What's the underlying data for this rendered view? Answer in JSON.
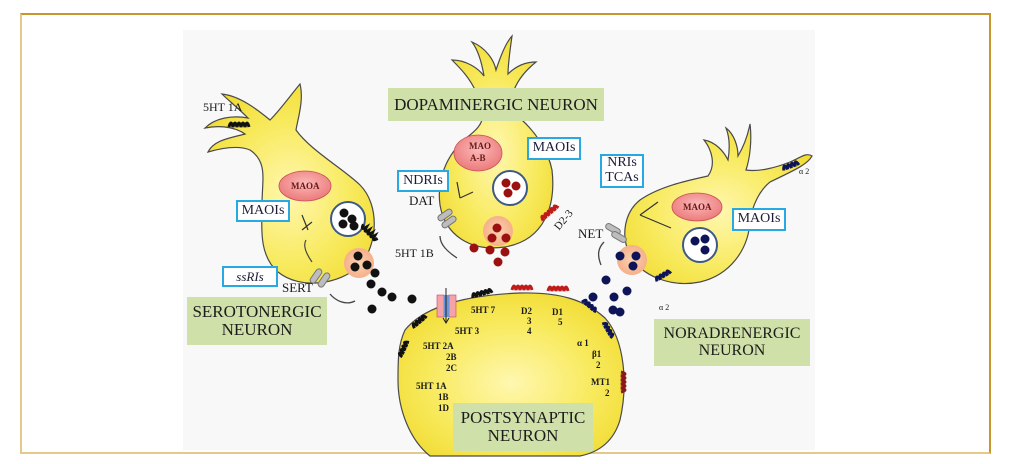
{
  "figure": {
    "type": "antidepressant mechanism diagram",
    "colors": {
      "frame": "#c9962e",
      "neuron_fill": "#f7e85a",
      "label_bg": "#cfe0a8",
      "drug_box_border": "#29a9e1",
      "serotonin": "#111111",
      "dopamine": "#9b1010",
      "noradrenaline": "#0d1458",
      "enzyme": "#f08a8a"
    }
  },
  "neurons": {
    "serotonergic": {
      "label_line1": "SEROTONERGIC",
      "label_line2": "NEURON"
    },
    "dopaminergic": {
      "label": "DOPAMINERGIC NEURON"
    },
    "noradrenergic": {
      "label_line1": "NORADRENERGIC",
      "label_line2": "NEURON"
    },
    "postsynaptic": {
      "label_line1": "POSTSYNAPTIC",
      "label_line2": "NEURON"
    }
  },
  "enzymes": {
    "serotonergic": "MAOA",
    "dopaminergic_line1": "MAO",
    "dopaminergic_line2": "A-B",
    "noradrenergic": "MAOA"
  },
  "drugs": {
    "serotonergic_maoi": "MAOIs",
    "serotonergic_reuptake": "ssRIs",
    "dopaminergic_reuptake": "NDRIs",
    "dopaminergic_maoi": "MAOIs",
    "noradrenergic_reuptake_line1": "NRIs",
    "noradrenergic_reuptake_line2": "TCAs",
    "noradrenergic_maoi": "MAOIs"
  },
  "transporters": {
    "serotonin": "SERT",
    "dopamine": "DAT",
    "noradrenaline": "NET"
  },
  "presynaptic_receptors": {
    "serotonergic_dendrite": "5HT 1A",
    "serotonergic_terminal": "5HT 1B",
    "dopaminergic": "D2-3",
    "noradrenergic_dendrite": "α 2",
    "noradrenergic_terminal": "α 2"
  },
  "postsynaptic_receptors": {
    "ht7": "5HT 7",
    "ht3": "5HT 3",
    "ht2": [
      "5HT 2A",
      "2B",
      "2C"
    ],
    "ht1": [
      "5HT 1A",
      "1B",
      "1D"
    ],
    "d2": [
      "D2",
      "3",
      "4"
    ],
    "d1": [
      "D1",
      "5"
    ],
    "alpha1": "α 1",
    "beta": [
      "β1",
      "2"
    ],
    "mt": [
      "MT1",
      "2"
    ]
  }
}
